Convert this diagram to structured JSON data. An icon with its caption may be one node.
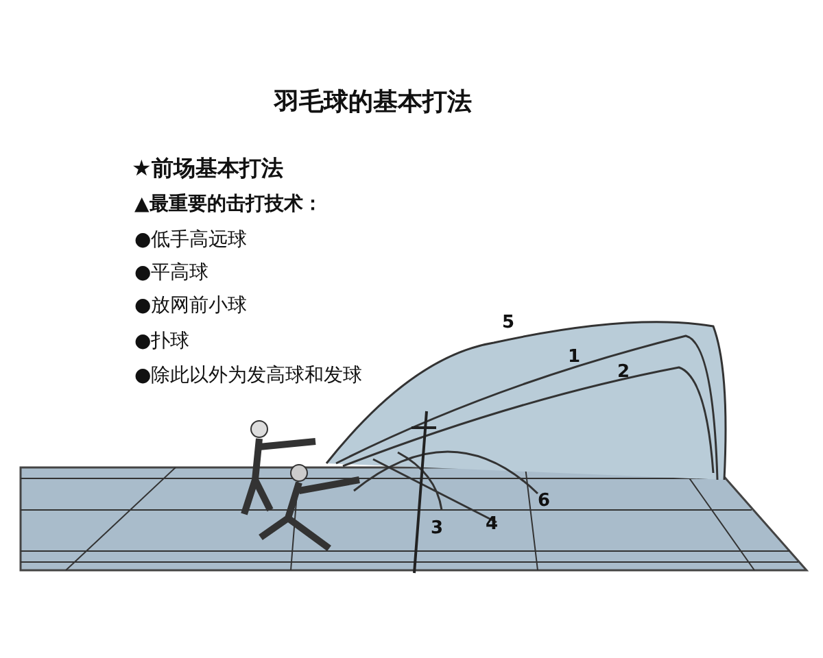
{
  "diagram": {
    "title": "羽毛球的基本打法",
    "labels": [
      "★前场基本打法",
      "▲最重要的击打技术：",
      "●低手高远球",
      "●平高球",
      "●放网前小球",
      "●扑球",
      "●除此以外为发高球和发球",
      "5",
      "1",
      "2",
      "6",
      "3",
      "4"
    ]
  }
}
